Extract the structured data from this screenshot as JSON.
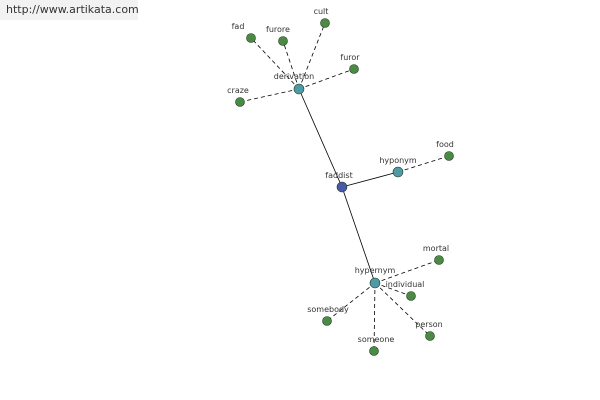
{
  "banner": {
    "url_text": "http://www.artikata.com"
  },
  "colors": {
    "root": "#4a58a8",
    "relation": "#4f9aa6",
    "leaf": "#4a8a45",
    "node_stroke": "#1f3a1f",
    "edge": "#000000"
  },
  "graph": {
    "nodes": [
      {
        "id": "faddist",
        "label": "faddist",
        "kind": "root"
      },
      {
        "id": "derivation",
        "label": "derivation",
        "kind": "relation"
      },
      {
        "id": "hyponym",
        "label": "hyponym",
        "kind": "relation"
      },
      {
        "id": "hypernym",
        "label": "hypernym",
        "kind": "relation"
      },
      {
        "id": "fad",
        "label": "fad",
        "kind": "leaf"
      },
      {
        "id": "furore",
        "label": "furore",
        "kind": "leaf"
      },
      {
        "id": "cult",
        "label": "cult",
        "kind": "leaf"
      },
      {
        "id": "furor",
        "label": "furor",
        "kind": "leaf"
      },
      {
        "id": "craze",
        "label": "craze",
        "kind": "leaf"
      },
      {
        "id": "food",
        "label": "food",
        "kind": "leaf"
      },
      {
        "id": "mortal",
        "label": "mortal",
        "kind": "leaf"
      },
      {
        "id": "individual",
        "label": "individual",
        "kind": "leaf"
      },
      {
        "id": "somebody",
        "label": "somebody",
        "kind": "leaf"
      },
      {
        "id": "someone",
        "label": "someone",
        "kind": "leaf"
      },
      {
        "id": "person",
        "label": "person",
        "kind": "leaf"
      }
    ],
    "edges": [
      {
        "from": "faddist",
        "to": "derivation",
        "style": "solid"
      },
      {
        "from": "faddist",
        "to": "hyponym",
        "style": "solid"
      },
      {
        "from": "faddist",
        "to": "hypernym",
        "style": "solid"
      },
      {
        "from": "derivation",
        "to": "fad",
        "style": "dashed"
      },
      {
        "from": "derivation",
        "to": "furore",
        "style": "dashed"
      },
      {
        "from": "derivation",
        "to": "cult",
        "style": "dashed"
      },
      {
        "from": "derivation",
        "to": "furor",
        "style": "dashed"
      },
      {
        "from": "derivation",
        "to": "craze",
        "style": "dashed"
      },
      {
        "from": "hyponym",
        "to": "food",
        "style": "dashed"
      },
      {
        "from": "hypernym",
        "to": "mortal",
        "style": "dashed"
      },
      {
        "from": "hypernym",
        "to": "individual",
        "style": "dashed"
      },
      {
        "from": "hypernym",
        "to": "somebody",
        "style": "dashed"
      },
      {
        "from": "hypernym",
        "to": "someone",
        "style": "dashed"
      },
      {
        "from": "hypernym",
        "to": "person",
        "style": "dashed"
      }
    ]
  }
}
